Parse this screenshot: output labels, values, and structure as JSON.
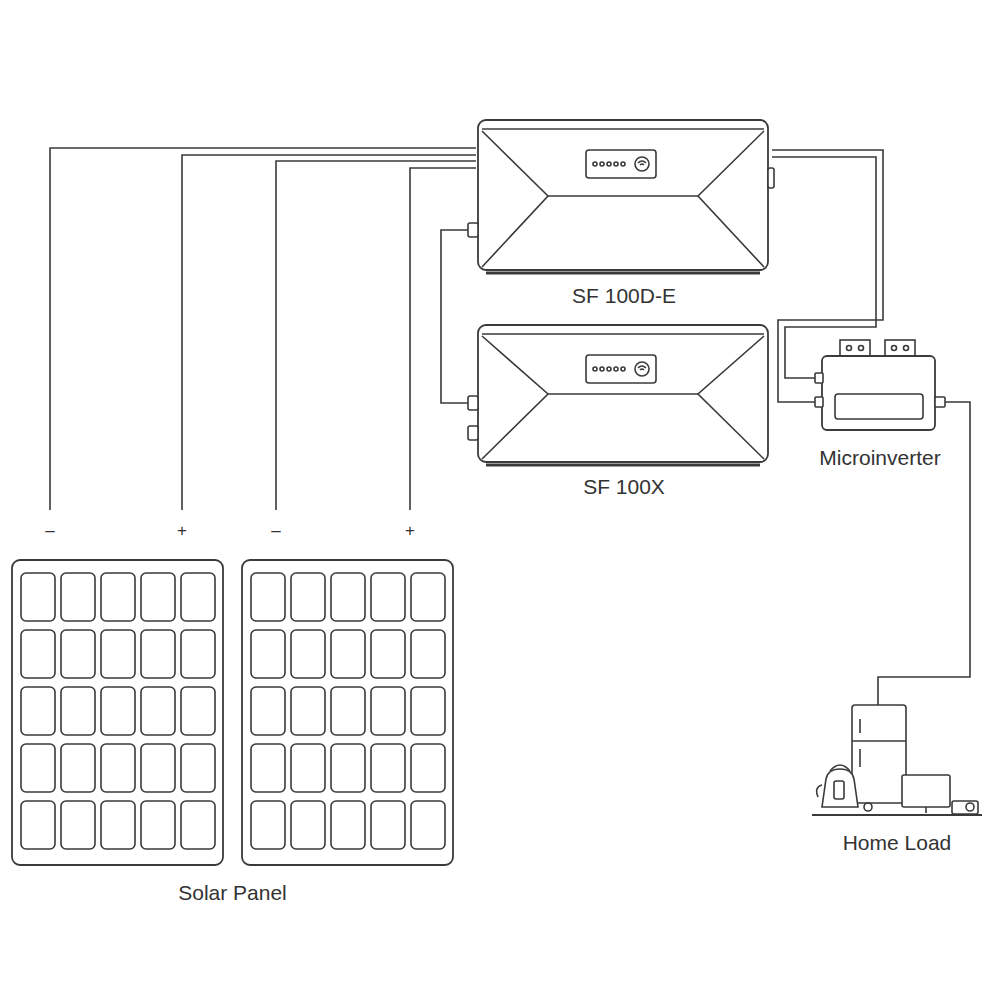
{
  "diagram": {
    "nodes": [
      {
        "text": [
          "SF 100D-E"
        ]
      },
      {
        "text": [
          "SF 100X"
        ]
      },
      {
        "text": [
          "Microinverter"
        ]
      },
      {
        "text": [
          "Home Load"
        ]
      },
      {
        "text": [
          "Solar Panel"
        ]
      }
    ],
    "edges": [
      {
        "from": 4,
        "to": 0,
        "arrow": "none"
      },
      {
        "from": 0,
        "to": 1,
        "arrow": "none"
      },
      {
        "from": 0,
        "to": 2,
        "arrow": "none"
      },
      {
        "from": 2,
        "to": 3,
        "arrow": "none"
      }
    ],
    "labels": [
      "–",
      "+",
      "–",
      "+"
    ]
  }
}
